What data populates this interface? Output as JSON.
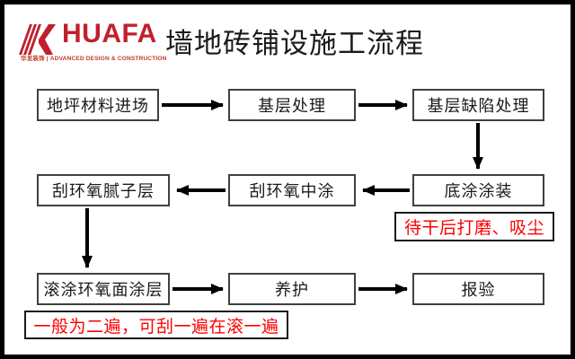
{
  "logo": {
    "brand": "HUAFA",
    "tagline": "华发装饰 | ADVANCED DESIGN & CONSTRUCTION",
    "brand_color": "#c0202c"
  },
  "header": {
    "title": "墙地砖铺设施工流程"
  },
  "flowchart": {
    "rows": [
      [
        "地坪材料进场",
        "基层处理",
        "基层缺陷处理"
      ],
      [
        "刮环氧腻子层",
        "刮环氧中涂",
        "底涂涂装"
      ],
      [
        "滚涂环氧面涂层",
        "养护",
        "报验"
      ]
    ],
    "flow_order": [
      "地坪材料进场",
      "基层处理",
      "基层缺陷处理",
      "底涂涂装",
      "刮环氧中涂",
      "刮环氧腻子层",
      "滚涂环氧面涂层",
      "养护",
      "报验"
    ],
    "annotations": [
      {
        "text": "待干后打磨、吸尘",
        "attached_to": "底涂涂装",
        "color": "#fe0000"
      },
      {
        "text": "一般为二遍，可刮一遍在滚一遍",
        "attached_to": "滚涂环氧面涂层",
        "color": "#fe0000"
      }
    ],
    "node_border_color": "#404040",
    "arrow_color": "#000000"
  }
}
